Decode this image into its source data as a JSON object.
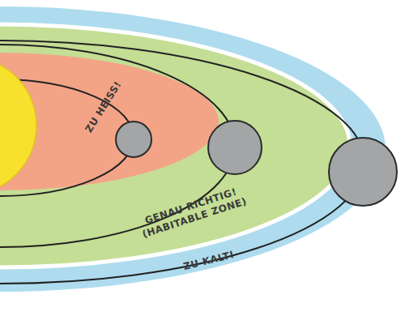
{
  "diagram": {
    "nodes": [
      {
        "text": [
          "ZU HEISS!"
        ]
      },
      {
        "text": [
          "GENAU RICHTIG! (HABITABLE ZONE)"
        ]
      },
      {
        "text": [
          "ZU KALT!"
        ]
      }
    ]
  }
}
